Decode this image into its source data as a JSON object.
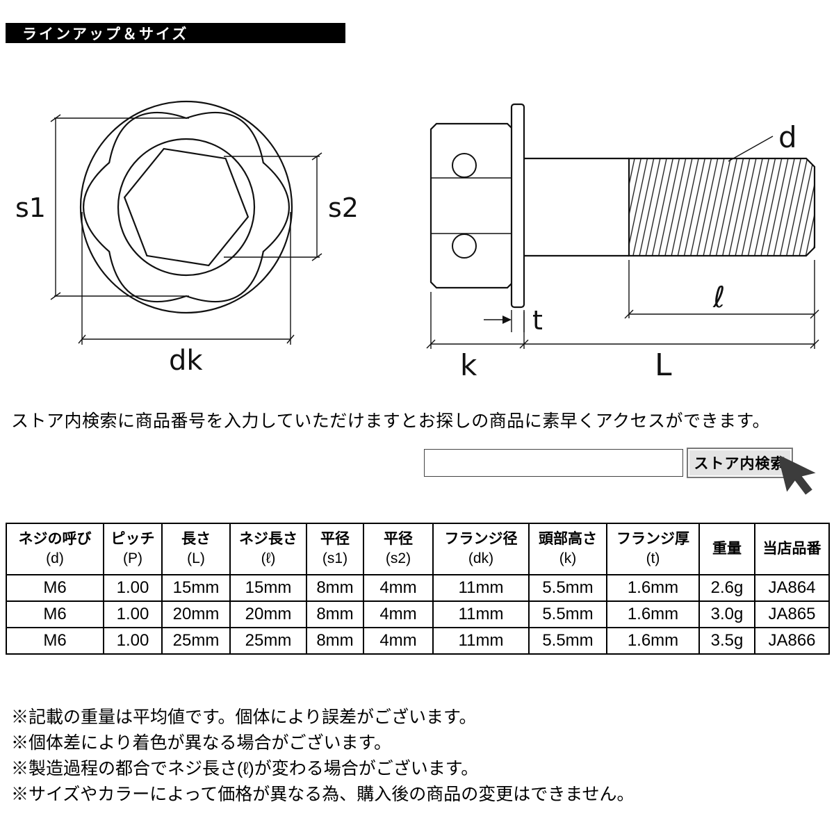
{
  "header": {
    "title": "ラインアップ＆サイズ"
  },
  "diagram": {
    "front_labels": {
      "s1": "s1",
      "s2": "s2",
      "dk": "dk"
    },
    "side_labels": {
      "d": "d",
      "t": "t",
      "k": "k",
      "L": "L",
      "l": "ℓ"
    }
  },
  "search": {
    "description": "ストア内検索に商品番号を入力していただけますとお探しの商品に素早くアクセスができます。",
    "input_value": "",
    "button_label": "ストア内検索"
  },
  "table": {
    "headers": [
      {
        "name": "ネジの呼び",
        "symbol": "(d)"
      },
      {
        "name": "ピッチ",
        "symbol": "(P)"
      },
      {
        "name": "長さ",
        "symbol": "(L)"
      },
      {
        "name": "ネジ長さ",
        "symbol": "(ℓ)"
      },
      {
        "name": "平径",
        "symbol": "(s1)"
      },
      {
        "name": "平径",
        "symbol": "(s2)"
      },
      {
        "name": "フランジ径",
        "symbol": "(dk)"
      },
      {
        "name": "頭部高さ",
        "symbol": "(k)"
      },
      {
        "name": "フランジ厚",
        "symbol": "(t)"
      },
      {
        "name": "重量",
        "symbol": ""
      },
      {
        "name": "当店品番",
        "symbol": ""
      }
    ],
    "rows": [
      [
        "M6",
        "1.00",
        "15mm",
        "15mm",
        "8mm",
        "4mm",
        "11mm",
        "5.5mm",
        "1.6mm",
        "2.6g",
        "JA864"
      ],
      [
        "M6",
        "1.00",
        "20mm",
        "20mm",
        "8mm",
        "4mm",
        "11mm",
        "5.5mm",
        "1.6mm",
        "3.0g",
        "JA865"
      ],
      [
        "M6",
        "1.00",
        "25mm",
        "25mm",
        "8mm",
        "4mm",
        "11mm",
        "5.5mm",
        "1.6mm",
        "3.5g",
        "JA866"
      ]
    ]
  },
  "notes": [
    "※記載の重量は平均値です。個体により誤差がございます。",
    "※個体差により着色が異なる場合がございます。",
    "※製造過程の都合でネジ長さ(ℓ)が変わる場合がございます。",
    "※サイズやカラーによって価格が異なる為、購入後の商品の変更はできません。"
  ],
  "colors": {
    "title_bar_bg": "#000000",
    "title_bar_text": "#ffffff",
    "line": "#111111",
    "cursor": "#3c3c3c"
  }
}
